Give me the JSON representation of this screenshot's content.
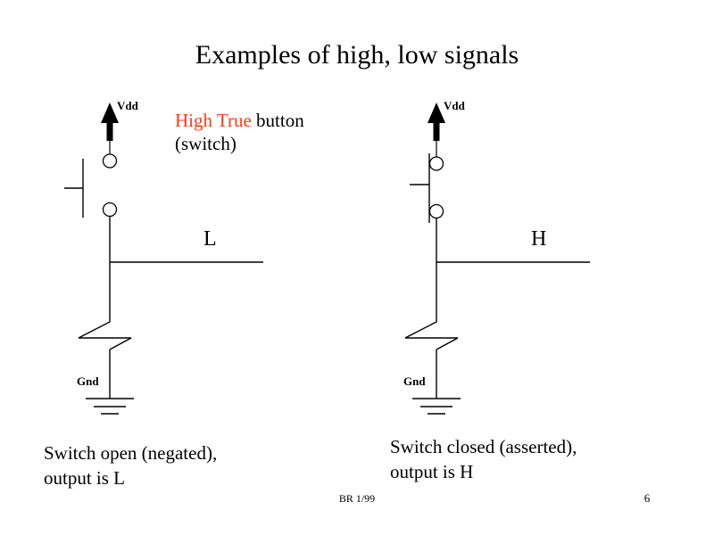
{
  "slide": {
    "title": "Examples of high, low signals",
    "background_color": "#FFFFFF",
    "ink_color": "#000000",
    "accent_color": "#FB3B11"
  },
  "callout": {
    "highlight_text": "High True",
    "rest_text": " button",
    "line2": "(switch)"
  },
  "circuits": [
    {
      "id": "left",
      "supply_label": "Vdd",
      "ground_label": "Gnd",
      "output_label": "L",
      "switch_state": "open",
      "caption_line1": "Switch open (negated),",
      "caption_line2": "output is L"
    },
    {
      "id": "right",
      "supply_label": "Vdd",
      "ground_label": "Gnd",
      "output_label": "H",
      "switch_state": "closed",
      "caption_line1": "Switch closed (asserted),",
      "caption_line2": "output is H"
    }
  ],
  "footer": {
    "credit": "BR 1/99",
    "page_number": "6"
  }
}
